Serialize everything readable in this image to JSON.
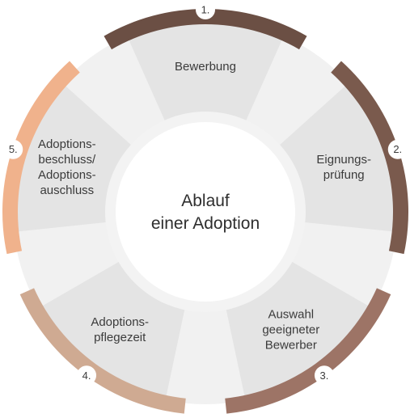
{
  "center": {
    "lines": [
      "Ablauf",
      "einer Adoption"
    ]
  },
  "steps": [
    {
      "number": "1.",
      "lines": [
        "Bewerbung"
      ],
      "color": "#6b4f44"
    },
    {
      "number": "2.",
      "lines": [
        "Eignungs-",
        "prüfung"
      ],
      "color": "#7a5a4d"
    },
    {
      "number": "3.",
      "lines": [
        "Auswahl",
        "geeigneter",
        "Bewerber"
      ],
      "color": "#9d7466"
    },
    {
      "number": "4.",
      "lines": [
        "Adoptions-",
        "pflegezeit"
      ],
      "color": "#cfaa92"
    },
    {
      "number": "5.",
      "lines": [
        "Adoptions-",
        "beschluss/",
        "Adoptions-",
        "auschluss"
      ],
      "color": "#f0b28c"
    }
  ],
  "colors": {
    "segment_fill": "#e4e4e4",
    "gap_fill": "#f1f1f1",
    "center_fill": "#ffffff",
    "center_ring": "#f3f3f3"
  }
}
